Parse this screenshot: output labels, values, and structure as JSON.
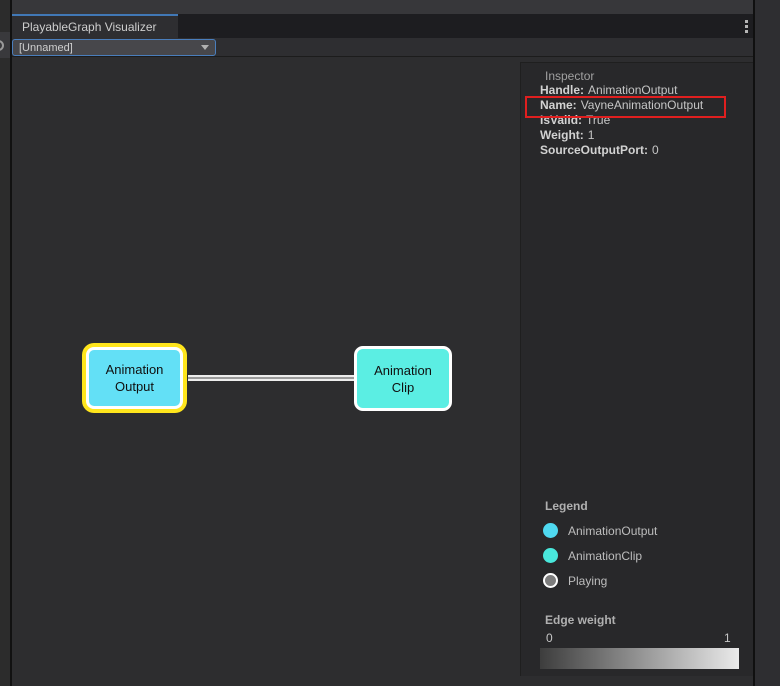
{
  "tab": {
    "title": "PlayableGraph Visualizer"
  },
  "toolbar": {
    "graph_selector_value": "[Unnamed]"
  },
  "graph": {
    "nodes": [
      {
        "line1": "Animation",
        "line2": "Output",
        "type": "AnimationOutput",
        "selected": true
      },
      {
        "line1": "Animation",
        "line2": "Clip",
        "type": "AnimationClip",
        "selected": false
      }
    ],
    "edge": {
      "from": "AnimationOutput",
      "to": "AnimationClip",
      "weight": 1
    }
  },
  "inspector": {
    "title": "Inspector",
    "fields": [
      {
        "label": "Handle:",
        "value": "AnimationOutput",
        "highlighted": false
      },
      {
        "label": "Name:",
        "value": "VayneAnimationOutput",
        "highlighted": true
      },
      {
        "label": "IsValid:",
        "value": "True",
        "highlighted": false
      },
      {
        "label": "Weight:",
        "value": "1",
        "highlighted": false
      },
      {
        "label": "SourceOutputPort:",
        "value": "0",
        "highlighted": false
      }
    ],
    "legend": {
      "title": "Legend",
      "items": [
        {
          "label": "AnimationOutput",
          "color": "#4fd9f0"
        },
        {
          "label": "AnimationClip",
          "color": "#49e8dc"
        },
        {
          "label": "Playing",
          "color": "#7d7d7d"
        }
      ]
    },
    "edge_weight": {
      "title": "Edge weight",
      "min": "0",
      "max": "1"
    }
  },
  "colors": {
    "accent_blue": "#4178b6",
    "highlight_red": "#e01f1f",
    "selection_yellow": "#ffe51c",
    "node_output_fill": "#63e0f6",
    "node_clip_fill": "#5beee3",
    "edge_gradient_start": "#3d3d3d",
    "edge_gradient_end": "#eaeaea"
  }
}
